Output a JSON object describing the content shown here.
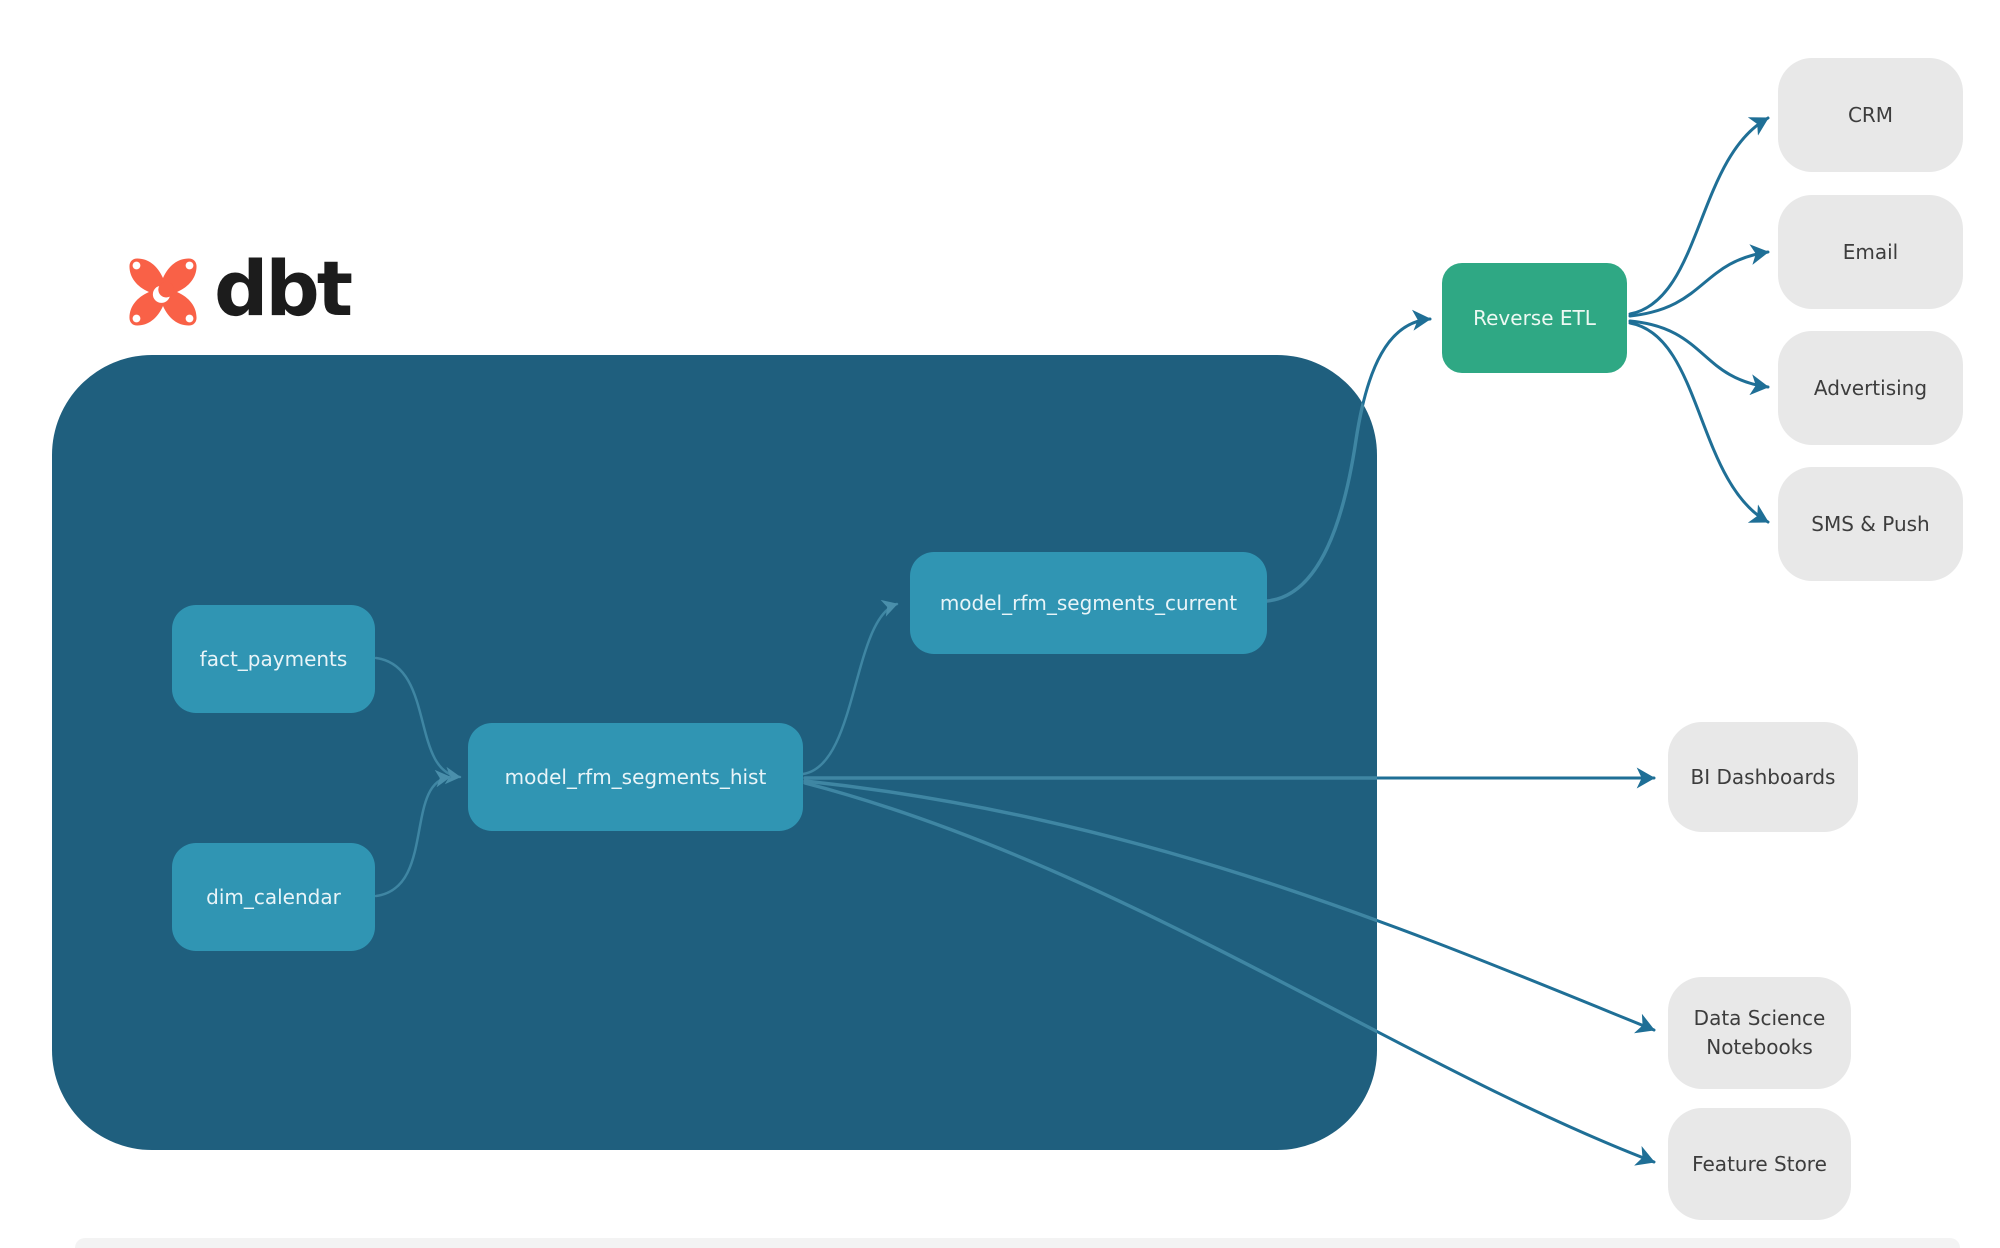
{
  "logo": {
    "text": "dbt"
  },
  "models": {
    "fact_payments": {
      "label": "fact_payments"
    },
    "dim_calendar": {
      "label": "dim_calendar"
    },
    "model_rfm_segments_hist": {
      "label": "model_rfm_segments_hist"
    },
    "model_rfm_segments_current": {
      "label": "model_rfm_segments_current"
    }
  },
  "reverse_etl": {
    "label": "Reverse ETL"
  },
  "destinations": {
    "crm": {
      "label": "CRM"
    },
    "email": {
      "label": "Email"
    },
    "advertising": {
      "label": "Advertising"
    },
    "sms_push": {
      "label": "SMS & Push"
    },
    "bi_dashboards": {
      "label": "BI Dashboards"
    },
    "data_science_notebooks": {
      "label": "Data Science Notebooks"
    },
    "feature_store": {
      "label": "Feature Store"
    }
  },
  "edges": [
    {
      "from": "fact_payments",
      "to": "model_rfm_segments_hist"
    },
    {
      "from": "dim_calendar",
      "to": "model_rfm_segments_hist"
    },
    {
      "from": "model_rfm_segments_hist",
      "to": "model_rfm_segments_current"
    },
    {
      "from": "model_rfm_segments_current",
      "to": "Reverse ETL"
    },
    {
      "from": "Reverse ETL",
      "to": "CRM"
    },
    {
      "from": "Reverse ETL",
      "to": "Email"
    },
    {
      "from": "Reverse ETL",
      "to": "Advertising"
    },
    {
      "from": "Reverse ETL",
      "to": "SMS & Push"
    },
    {
      "from": "model_rfm_segments_hist",
      "to": "BI Dashboards"
    },
    {
      "from": "model_rfm_segments_hist",
      "to": "Data Science Notebooks"
    },
    {
      "from": "model_rfm_segments_hist",
      "to": "Feature Store"
    }
  ],
  "colors": {
    "container": "#1f5f7e",
    "model_node": "#3095b3",
    "reverse_etl_node": "#2fa884",
    "destination_node": "#e8e8e8",
    "edge_outside": "#1f6f96",
    "edge_inside": "#3f86a3",
    "logo_orange": "#f96147"
  }
}
